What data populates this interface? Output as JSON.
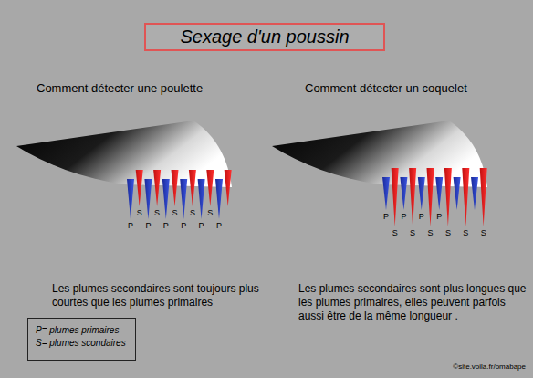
{
  "diagram": {
    "title": "Sexage d'un poussin",
    "labels": [
      "Comment détecter une poulette",
      "Comment détecter un coquelet",
      "P",
      "S",
      "P",
      "S",
      "P",
      "S",
      "P",
      "S",
      "P",
      "S",
      "P",
      "P",
      "S",
      "P",
      "S",
      "P",
      "S",
      "P",
      "S",
      "S",
      "S",
      "Les plumes secondaires sont toujours plus courtes que les plumes primaires",
      "Les plumes secondaires sont plus longues que les plumes primaires, elles peuvent parfois aussi être de la même longueur .",
      "©site.voila.fr/omabape"
    ],
    "legend": [
      {
        "text": "P= plumes primaires"
      },
      {
        "text": "S= plumes scondaires"
      }
    ]
  }
}
